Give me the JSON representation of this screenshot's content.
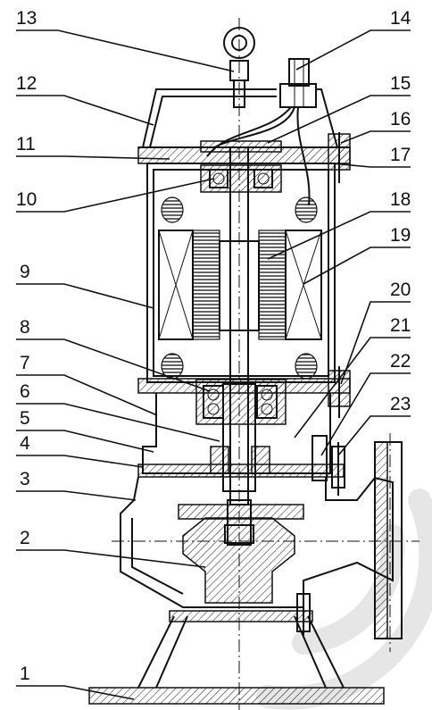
{
  "callouts": [
    {
      "id": "1",
      "text": "1"
    },
    {
      "id": "2",
      "text": "2"
    },
    {
      "id": "3",
      "text": "3"
    },
    {
      "id": "4",
      "text": "4"
    },
    {
      "id": "5",
      "text": "5"
    },
    {
      "id": "6",
      "text": "6"
    },
    {
      "id": "7",
      "text": "7"
    },
    {
      "id": "8",
      "text": "8"
    },
    {
      "id": "9",
      "text": "9"
    },
    {
      "id": "10",
      "text": "10"
    },
    {
      "id": "11",
      "text": "11"
    },
    {
      "id": "12",
      "text": "12"
    },
    {
      "id": "13",
      "text": "13"
    },
    {
      "id": "14",
      "text": "14"
    },
    {
      "id": "15",
      "text": "15"
    },
    {
      "id": "16",
      "text": "16"
    },
    {
      "id": "17",
      "text": "17"
    },
    {
      "id": "18",
      "text": "18"
    },
    {
      "id": "19",
      "text": "19"
    },
    {
      "id": "20",
      "text": "20"
    },
    {
      "id": "21",
      "text": "21"
    },
    {
      "id": "22",
      "text": "22"
    },
    {
      "id": "23",
      "text": "23"
    }
  ],
  "colors": {
    "line": "#111111",
    "background": "#ffffff",
    "watermark": "#e6e6e6"
  }
}
